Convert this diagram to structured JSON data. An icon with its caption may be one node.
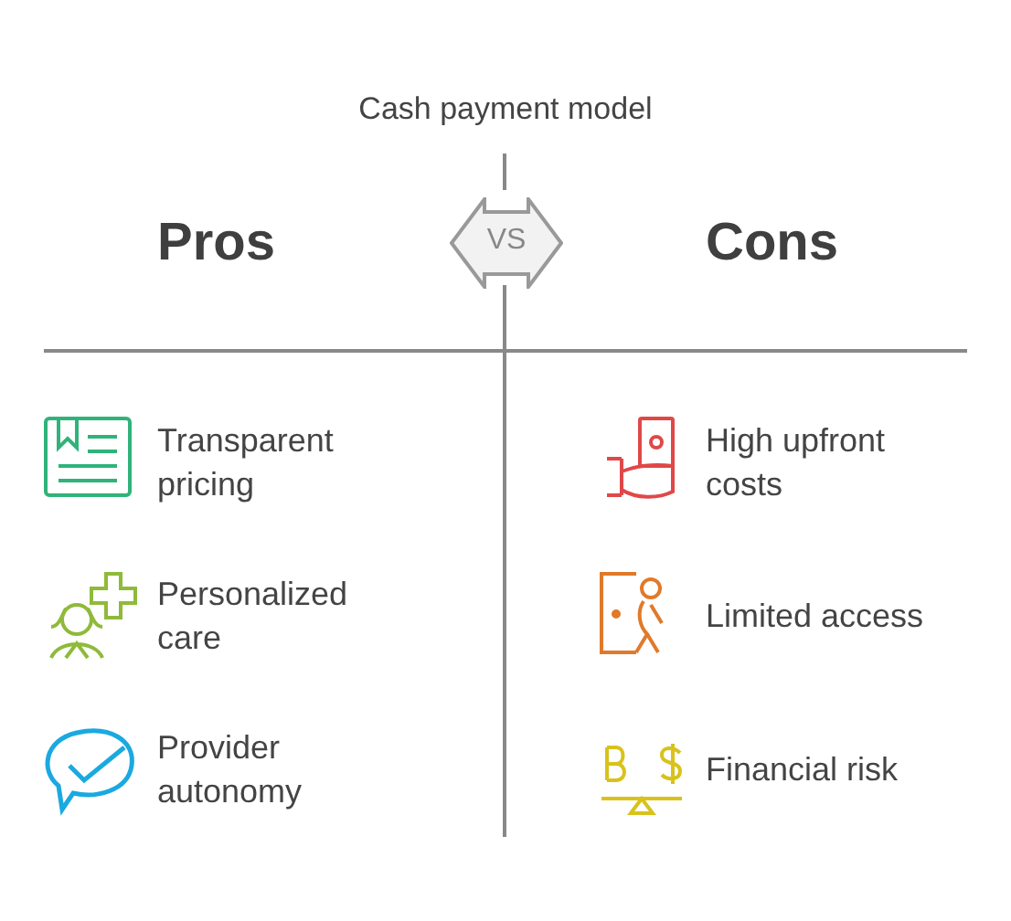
{
  "diagram": {
    "title": "Cash payment model",
    "nodes": [
      {
        "text": [
          "VS"
        ]
      }
    ],
    "labels": [
      "Pros",
      "Cons",
      "Transparent pricing",
      "High upfront costs",
      "Personalized care",
      "Limited access",
      "Provider autonomy",
      "Financial risk"
    ]
  }
}
